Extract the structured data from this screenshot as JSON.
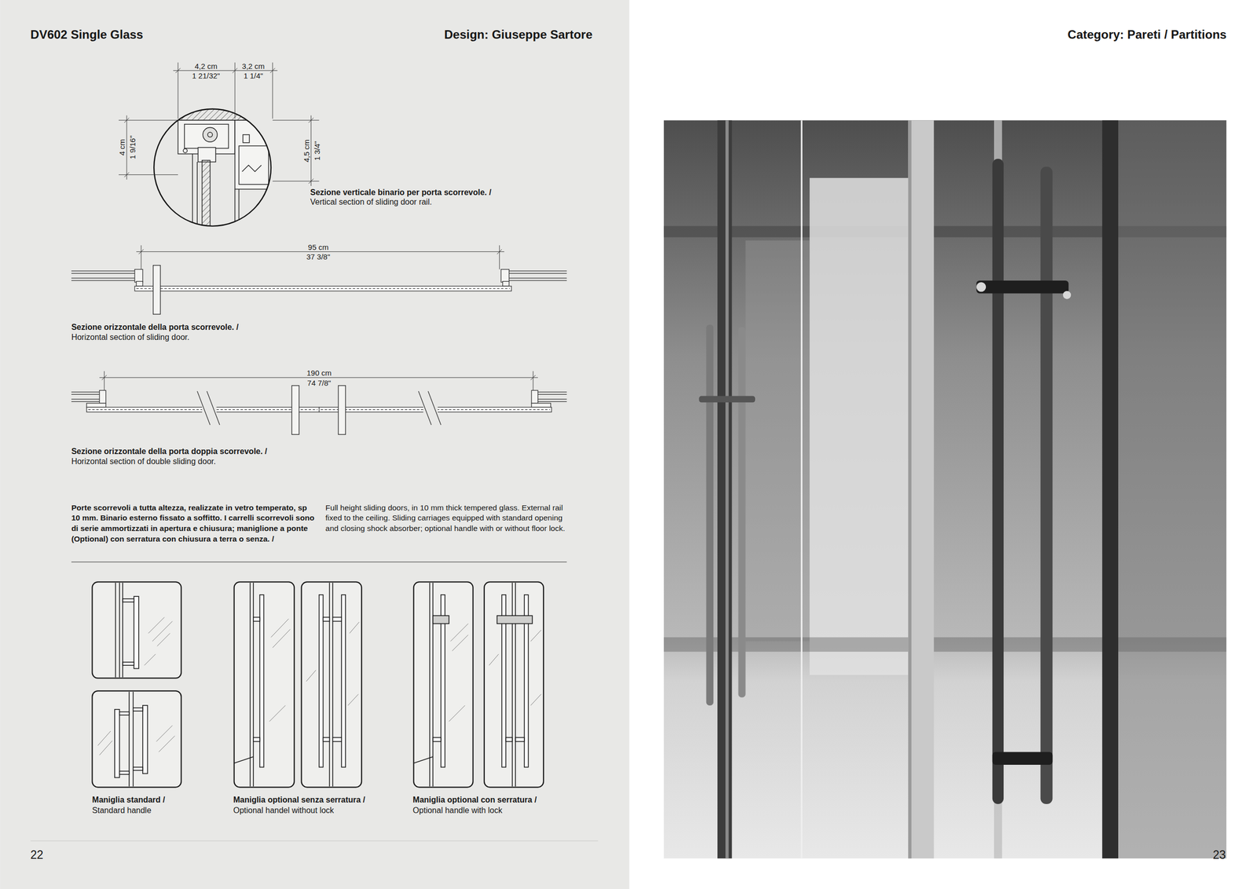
{
  "diagram": {
    "title": "DV602 Single Glass",
    "labels": [
      "Design: Giuseppe Sartore",
      "Category: Pareti / Partitions",
      "4,2 cm",
      "1 21/32\"",
      "3,2 cm",
      "1 1/4\"",
      "4 cm",
      "1 9/16\"",
      "4,5 cm",
      "1 3/4\"",
      "Sezione verticale binario per porta scorrevole. /",
      "Vertical section of sliding door rail.",
      "95 cm",
      "37 3/8\"",
      "Sezione orizzontale della porta scorrevole. /",
      "Horizontal section of sliding door.",
      "190 cm",
      "74 7/8\"",
      "Sezione orizzontale della porta doppia scorrevole. /",
      "Horizontal section of double sliding door.",
      "Porte scorrevoli a tutta altezza, realizzate in vetro temperato, sp 10 mm. Binario esterno fissato a soffitto. I carrelli scorrevoli sono di serie ammortizzati in apertura e chiusura; maniglione a ponte (Optional) con serratura con chiusura a terra o senza. /",
      "Full height sliding doors, in 10 mm thick tempered glass. External rail fixed to the ceiling. Sliding carriages equipped with standard opening and closing shock absorber; optional handle with or without floor lock.",
      "Maniglia standard /",
      "Standard handle",
      "Maniglia optional senza serratura /",
      "Optional handel without lock",
      "Maniglia optional con serratura /",
      "Optional handle with lock",
      "22",
      "23"
    ]
  }
}
